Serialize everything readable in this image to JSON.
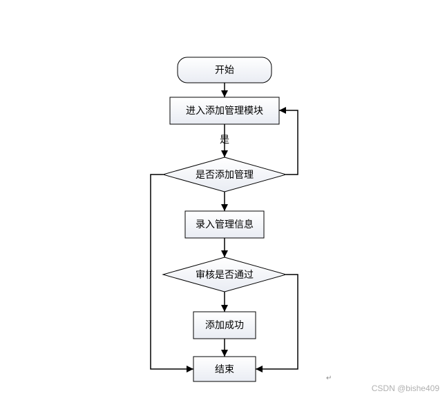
{
  "flowchart": {
    "start": "开始",
    "enter_module": "进入添加管理模块",
    "decision_add": "是否添加管理",
    "yes_label": "是",
    "input_info": "录入管理信息",
    "decision_review": "审核是否通过",
    "add_success": "添加成功",
    "end": "结束"
  },
  "watermark": "CSDN @bishe409",
  "paragraph_mark": "↵"
}
